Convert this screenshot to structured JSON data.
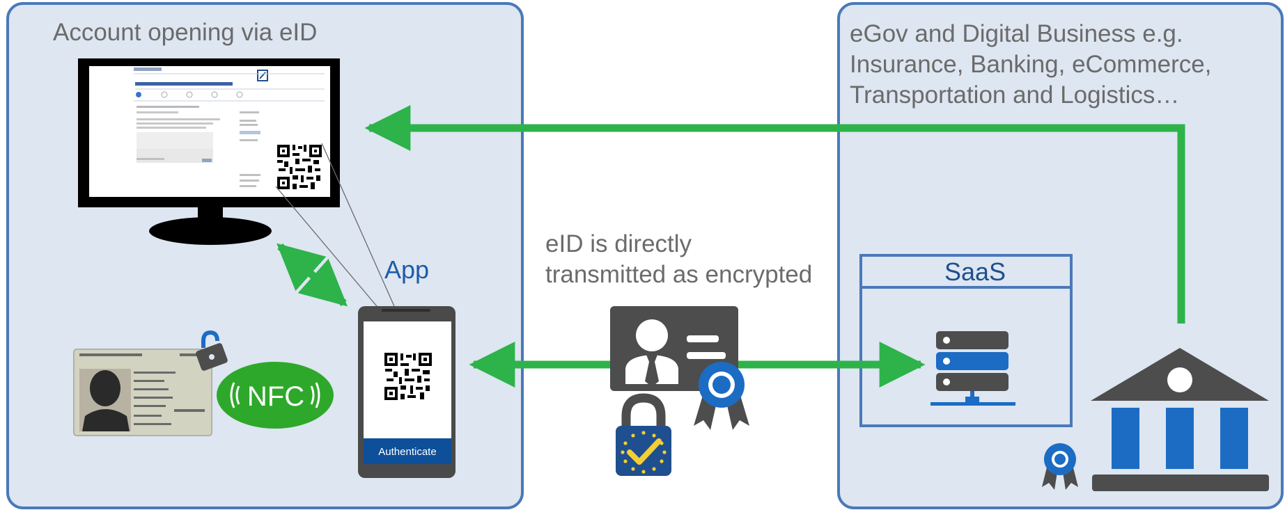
{
  "left_panel": {
    "title": "Account opening via eID",
    "app_label": "App",
    "authenticate_label": "Authenticate",
    "nfc_label": "NFC"
  },
  "middle": {
    "line1": "eID is directly",
    "line2": "transmitted as encrypted"
  },
  "right_panel": {
    "title_line1": "eGov and Digital Business e.g.",
    "title_line2": "Insurance, Banking, eCommerce,",
    "title_line3": "Transportation and Logistics…",
    "saas_label": "SaaS"
  },
  "colors": {
    "panel_fill": "#dde6f1",
    "panel_border": "#4a79b8",
    "arrow_green": "#2db34a",
    "icon_gray": "#4d4d4d",
    "accent_blue": "#1c6cc4",
    "nfc_green": "#2ea82a"
  }
}
